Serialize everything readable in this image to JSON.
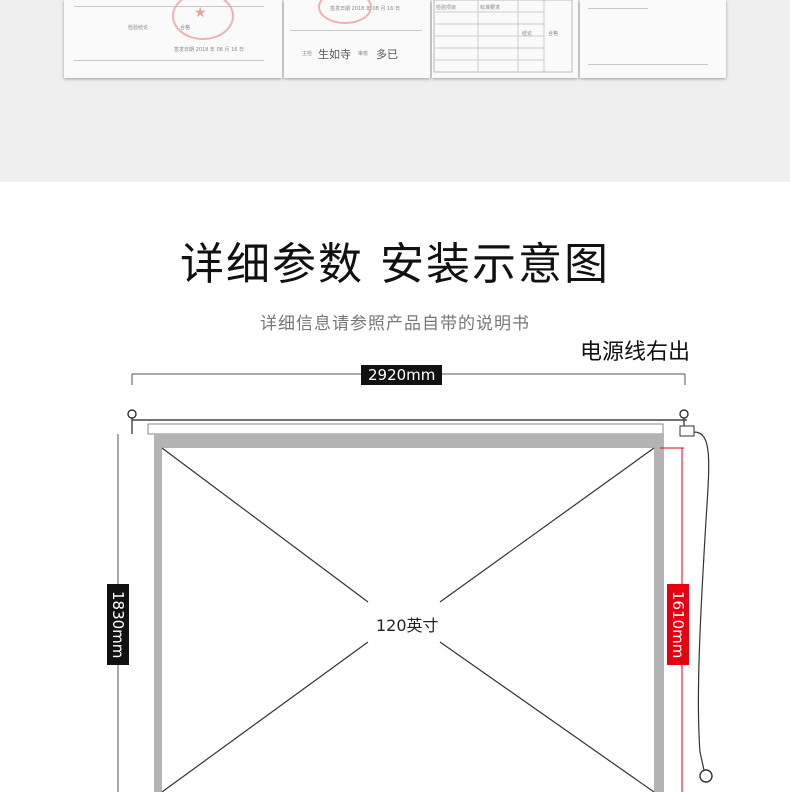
{
  "certificates": [
    {
      "texts": [
        "检验结论",
        "合格",
        "签发日期  2018 年 08 月 16 日"
      ]
    },
    {
      "texts": [
        "签发日期  2018 年 08 月 16 日",
        "主检",
        "审核"
      ]
    },
    {
      "texts": [
        "检验项目",
        "标准要求",
        "结论",
        "合格"
      ]
    },
    {
      "texts": []
    }
  ],
  "heading": "详细参数 安装示意图",
  "subheading": "详细信息请参照产品自带的说明书",
  "power_note": "电源线右出",
  "dimensions": {
    "total_width": "2920mm",
    "total_height": "1830mm",
    "viewing_height": "1610mm",
    "screen_size": "120英寸"
  },
  "colors": {
    "label_bg": "#111111",
    "highlight": "#e60012",
    "frame": "#b3b3b3",
    "band": "#efefef"
  }
}
